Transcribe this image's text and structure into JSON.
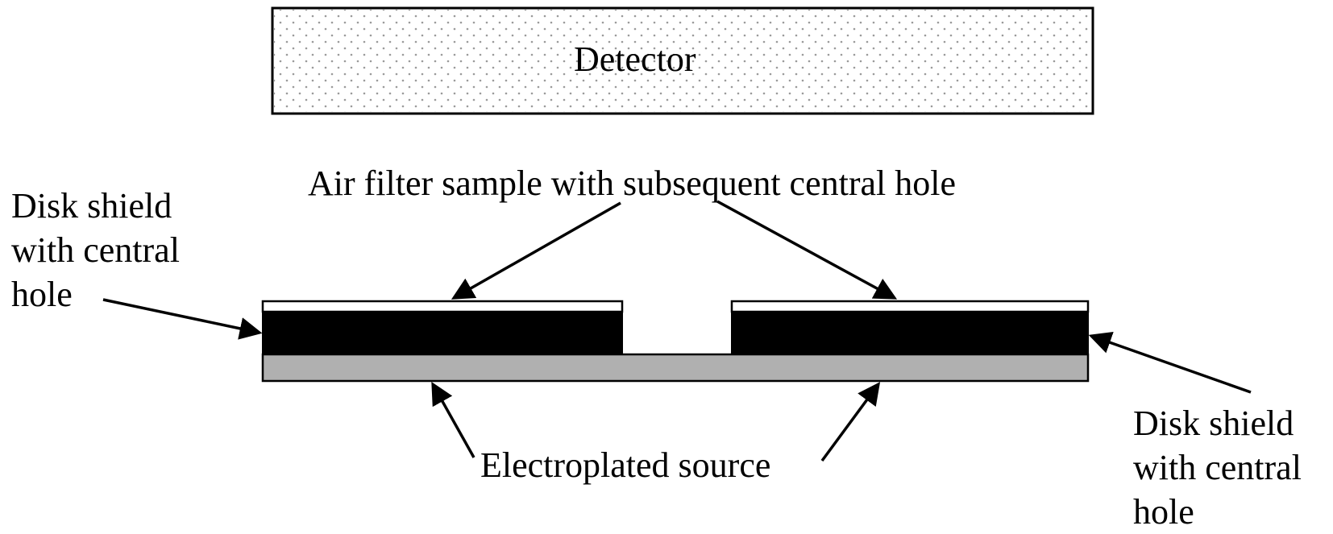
{
  "labels": {
    "detector": "Detector",
    "air_filter": "Air filter sample with subsequent central hole",
    "disk_shield_left": [
      "Disk shield",
      "with central",
      "hole"
    ],
    "disk_shield_right": [
      "Disk shield",
      "with central",
      "hole"
    ],
    "electroplated_source": "Electroplated source"
  },
  "colors": {
    "outline": "#000000",
    "detector_fill": "#ffffff",
    "detector_dots": "#9a9a9a",
    "air_filter_fill": "#ffffff",
    "disk_shield_fill": "#000000",
    "source_fill": "#b0b0b0"
  }
}
